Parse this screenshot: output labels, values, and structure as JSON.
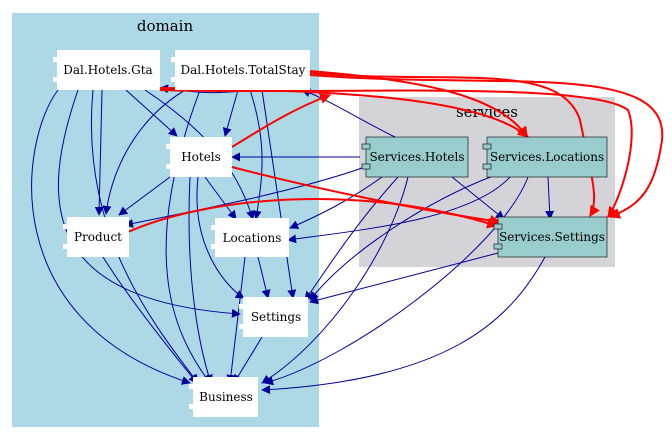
{
  "clusters": {
    "domain": {
      "label": "domain",
      "fill": "#add8e6"
    },
    "services": {
      "label": "services",
      "fill": "#d3d3d3"
    }
  },
  "nodes": {
    "gta": {
      "label": "Dal.Hotels.Gta"
    },
    "totalstay": {
      "label": "Dal.Hotels.TotalStay"
    },
    "hotels": {
      "label": "Hotels"
    },
    "product": {
      "label": "Product"
    },
    "locations": {
      "label": "Locations"
    },
    "settings": {
      "label": "Settings"
    },
    "business": {
      "label": "Business"
    },
    "svc_hotels": {
      "label": "Services.Hotels"
    },
    "svc_locations": {
      "label": "Services.Locations"
    },
    "svc_settings": {
      "label": "Services.Settings"
    }
  },
  "colors": {
    "domain_node_fill": "#ffffff",
    "service_node_fill": "#99cccc",
    "edge_normal": "#00009b",
    "edge_highlight": "#ff0000"
  }
}
